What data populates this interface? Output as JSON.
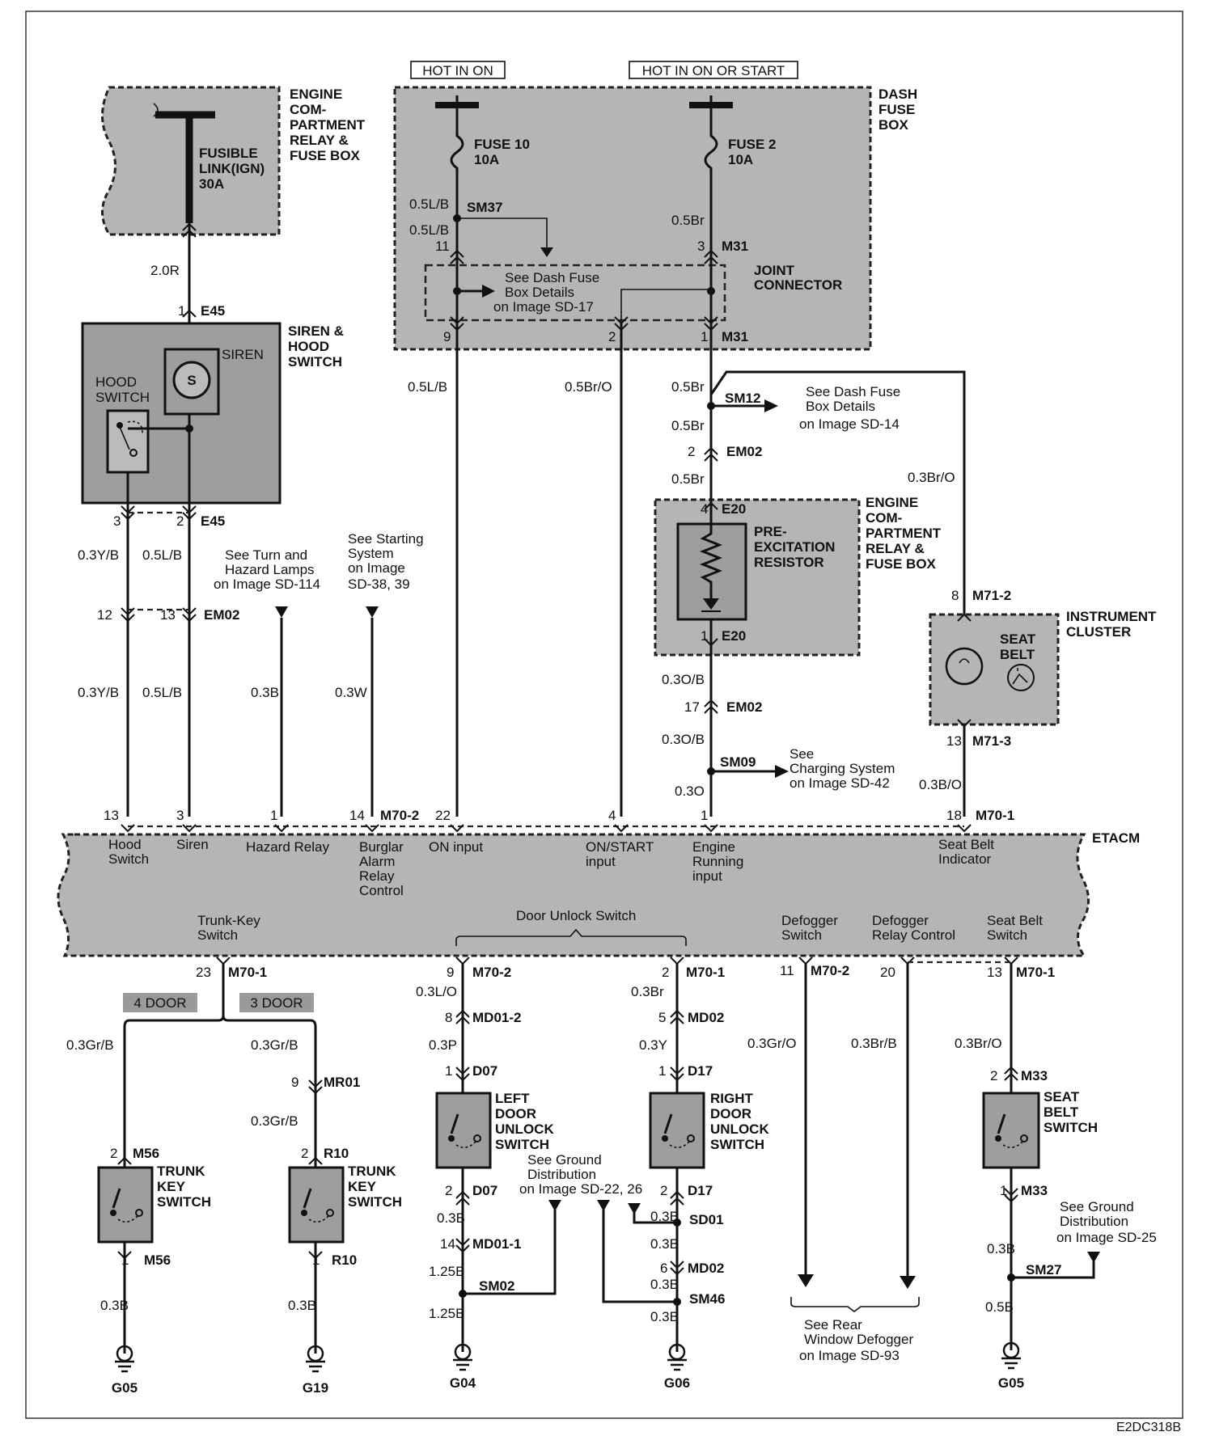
{
  "diagram_id": "E2DC318B",
  "top_labels": {
    "hot_in_on": "HOT IN ON",
    "hot_in_on_or_start": "HOT IN ON OR START"
  },
  "engine_box_top": {
    "line1": "ENGINE",
    "line2": "COM-",
    "line3": "PARTMENT",
    "line4": "RELAY &",
    "line5": "FUSE BOX",
    "fusible_1": "FUSIBLE",
    "fusible_2": "LINK(IGN)",
    "fusible_3": "30A"
  },
  "dash_fuse_box": {
    "line1": "DASH",
    "line2": "FUSE",
    "line3": "BOX",
    "fuse10_a": "FUSE 10",
    "fuse10_b": "10A",
    "fuse2_a": "FUSE 2",
    "fuse2_b": "10A",
    "joint_1": "JOINT",
    "joint_2": "CONNECTOR",
    "see_1": "See Dash Fuse",
    "see_2": "Box Details",
    "see_3": "on Image SD-17"
  },
  "siren": {
    "line1": "SIREN &",
    "line2": "HOOD",
    "line3": "SWITCH",
    "siren_lbl": "SIREN",
    "s": "S",
    "hood_1": "HOOD",
    "hood_2": "SWITCH"
  },
  "pre_exc": {
    "a": "PRE-",
    "b": "EXCITATION",
    "c": "RESISTOR",
    "box1": "ENGINE",
    "box2": "COM-",
    "box3": "PARTMENT",
    "box4": "RELAY &",
    "box5": "FUSE BOX"
  },
  "cluster": {
    "a": "INSTRUMENT",
    "b": "CLUSTER",
    "seat_a": "SEAT",
    "seat_b": "BELT"
  },
  "refs": {
    "sd14_1": "See Dash Fuse",
    "sd14_2": "Box Details",
    "sd14_3": "on Image SD-14",
    "turn_1": "See Turn and",
    "turn_2": "Hazard Lamps",
    "turn_3": "on Image SD-114",
    "start_1": "See Starting",
    "start_2": "System",
    "start_3": "on Image",
    "start_4": "SD-38, 39",
    "chg_1": "See",
    "chg_2": "Charging System",
    "chg_3": "on Image SD-42",
    "gnd1_1": "See Ground",
    "gnd1_2": "Distribution",
    "gnd1_3": "on Image SD-22, 26",
    "gnd2_1": "See Ground",
    "gnd2_2": "Distribution",
    "gnd2_3": "on Image SD-25",
    "def_1": "See Rear",
    "def_2": "Window Defogger",
    "def_3": "on Image SD-93"
  },
  "etacm": {
    "title": "ETACM",
    "hood_1": "Hood",
    "hood_2": "Switch",
    "siren": "Siren",
    "hazard": "Hazard Relay",
    "burg_1": "Burglar",
    "burg_2": "Alarm",
    "burg_3": "Relay",
    "burg_4": "Control",
    "on_input": "ON input",
    "onst_1": "ON/START",
    "onst_2": "input",
    "eng_1": "Engine",
    "eng_2": "Running",
    "eng_3": "input",
    "sbi_1": "Seat Belt",
    "sbi_2": "Indicator",
    "tk_1": "Trunk-Key",
    "tk_2": "Switch",
    "door_unlock": "Door Unlock Switch",
    "defs_1": "Defogger",
    "defs_2": "Switch",
    "defr_1": "Defogger",
    "defr_2": "Relay Control",
    "sbs_1": "Seat Belt",
    "sbs_2": "Switch"
  },
  "doors": {
    "four": "4 DOOR",
    "three": "3 DOOR"
  },
  "switches": {
    "trunk_a": "TRUNK",
    "trunk_b": "KEY",
    "trunk_c": "SWITCH",
    "left_a": "LEFT",
    "left_b": "DOOR",
    "left_c": "UNLOCK",
    "left_d": "SWITCH",
    "right_a": "RIGHT",
    "right_b": "DOOR",
    "right_c": "UNLOCK",
    "right_d": "SWITCH",
    "seat_a": "SEAT",
    "seat_b": "BELT",
    "seat_c": "SWITCH"
  },
  "grounds": {
    "g05a": "G05",
    "g19": "G19",
    "g04": "G04",
    "g06": "G06",
    "g05b": "G05"
  },
  "connectors": {
    "E45": "E45",
    "EM02": "EM02",
    "M70_2": "M70-2",
    "M70_1": "M70-1",
    "M31": "M31",
    "SM37": "SM37",
    "SM12": "SM12",
    "E20": "E20",
    "M71_2": "M71-2",
    "M71_3": "M71-3",
    "SM09": "SM09",
    "MD01_2": "MD01-2",
    "D07": "D07",
    "MD01_1": "MD01-1",
    "SM02": "SM02",
    "MD02": "MD02",
    "D17": "D17",
    "SD01": "SD01",
    "SM46": "SM46",
    "MR01": "MR01",
    "M56": "M56",
    "R10": "R10",
    "M33": "M33",
    "SM27": "SM27"
  },
  "wires": {
    "w2_0R": "2.0R",
    "w05LB": "0.5L/B",
    "w05Br": "0.5Br",
    "w05BrO": "0.5Br/O",
    "w03YB": "0.3Y/B",
    "w03B": "0.3B",
    "w03W": "0.3W",
    "w03BrO": "0.3Br/O",
    "w03OB": "0.3O/B",
    "w03O": "0.3O",
    "w03BO": "0.3B/O",
    "w03LO": "0.3L/O",
    "w03P": "0.3P",
    "w125B": "1.25B",
    "w03Br": "0.3Br",
    "w03Y": "0.3Y",
    "w03GrO": "0.3Gr/O",
    "w03BrB": "0.3Br/B",
    "w03GrB": "0.3Gr/B",
    "w05B": "0.5B"
  },
  "pins": {
    "p1": "1",
    "p2": "2",
    "p3": "3",
    "p4": "4",
    "p5": "5",
    "p6": "6",
    "p8": "8",
    "p9": "9",
    "p11": "11",
    "p12": "12",
    "p13": "13",
    "p14": "14",
    "p17": "17",
    "p18": "18",
    "p20": "20",
    "p22": "22",
    "p23": "23"
  }
}
